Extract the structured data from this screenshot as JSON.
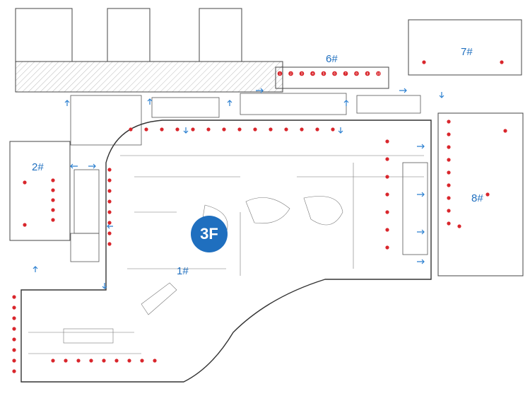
{
  "floor_label": "3F",
  "buildings": [
    {
      "id": "1#"
    },
    {
      "id": "2#"
    },
    {
      "id": "6#"
    },
    {
      "id": "7#"
    },
    {
      "id": "8#"
    }
  ],
  "six_units": [
    "1",
    "2",
    "3",
    "4",
    "5",
    "6",
    "7",
    "8",
    "9",
    "10"
  ],
  "colors": {
    "label": "#1f6fbf",
    "unit_marker": "#d9262c",
    "wall": "#333333"
  }
}
